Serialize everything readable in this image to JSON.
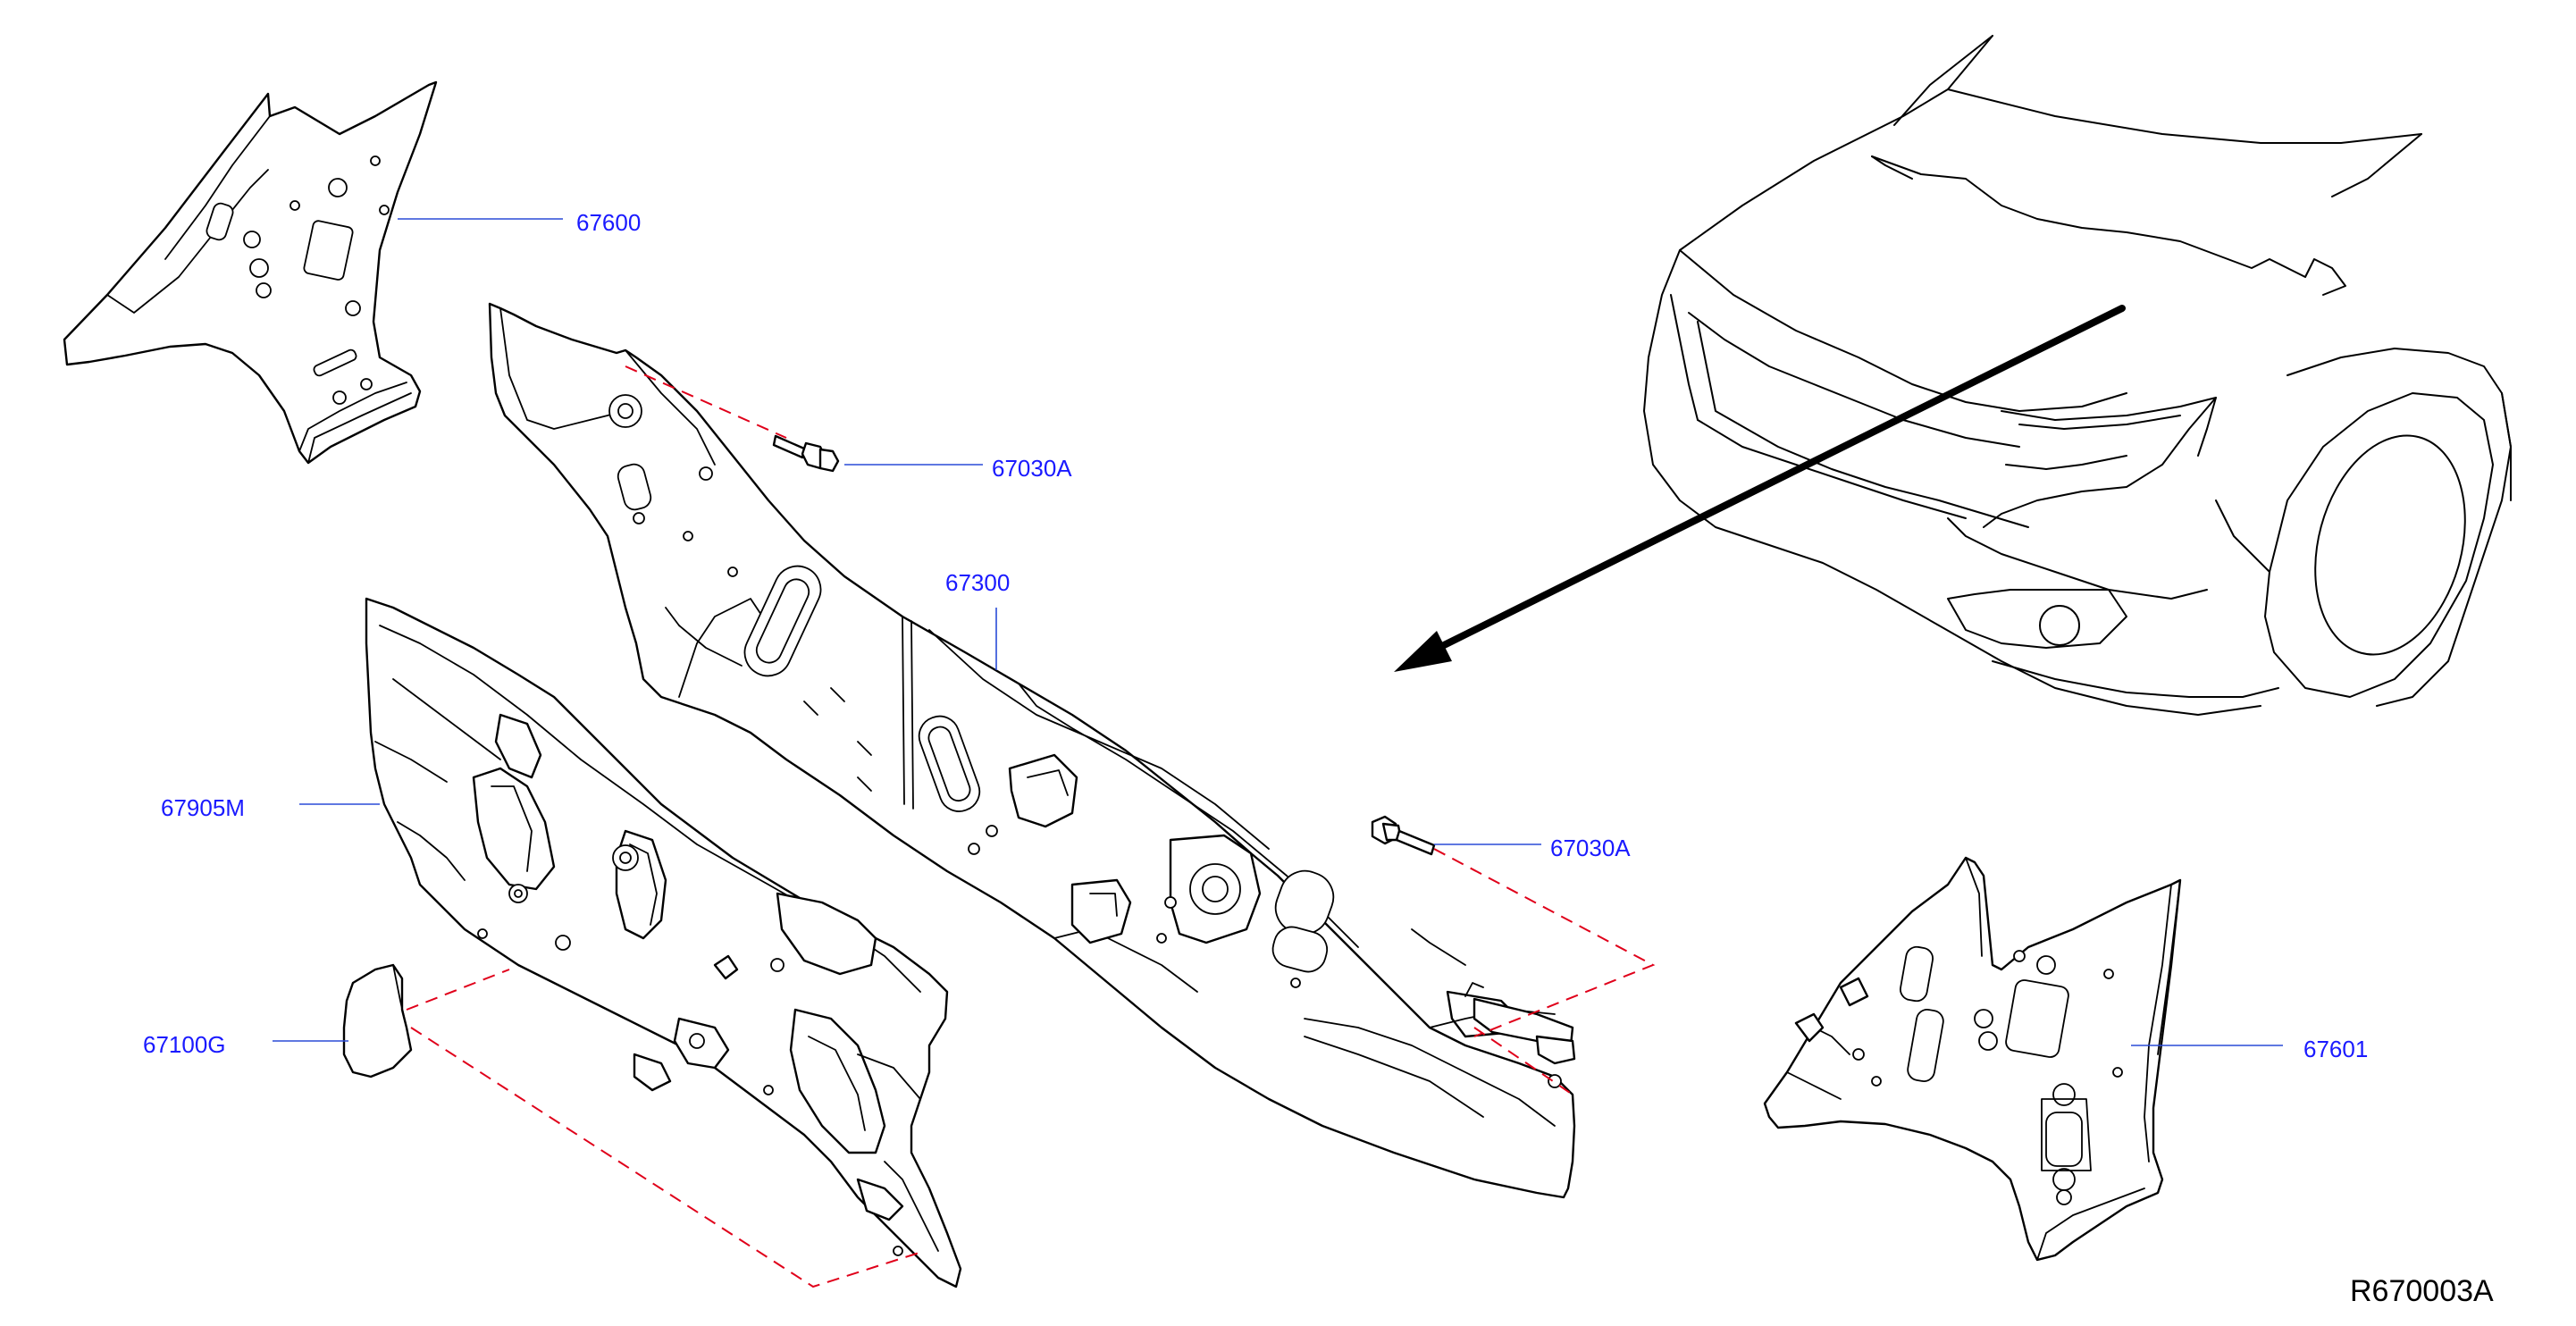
{
  "colors": {
    "label_text": "#1a1aff",
    "leader_line": "#2a4bd7",
    "assembly_dash": "#e0001a",
    "linework": "#000000",
    "background": "#ffffff"
  },
  "parts": [
    {
      "id": "dash-side-upper-left",
      "label": "67600"
    },
    {
      "id": "bolt-upper",
      "label": "67030A"
    },
    {
      "id": "dash-panel-upper",
      "label": "67300"
    },
    {
      "id": "dash-insulator",
      "label": "67905M"
    },
    {
      "id": "bolt-lower",
      "label": "67030A"
    },
    {
      "id": "insulator-pad",
      "label": "67100G"
    },
    {
      "id": "dash-side-upper-right",
      "label": "67601"
    }
  ],
  "diagram_id": "R670003A",
  "icons": [
    "vehicle-front-view-illustration",
    "location-arrow"
  ]
}
